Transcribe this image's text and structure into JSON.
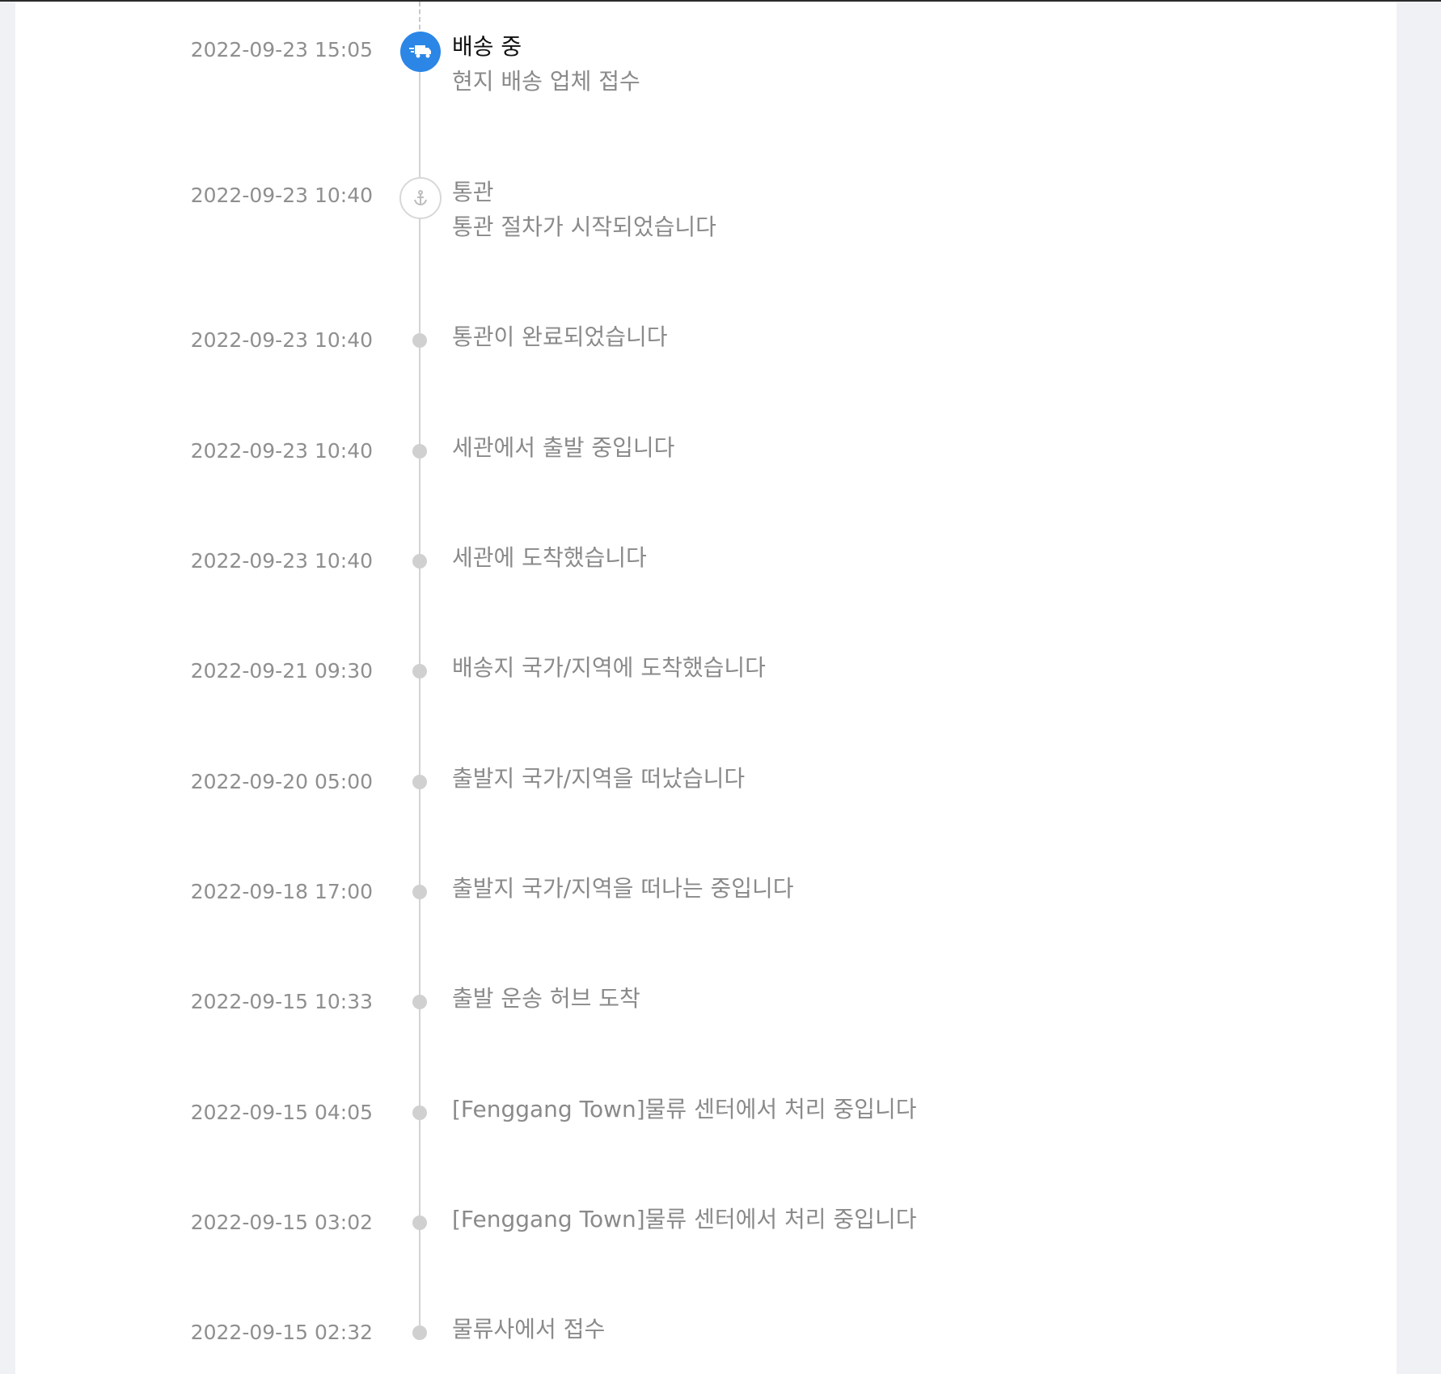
{
  "colors": {
    "accent": "#2b86e6",
    "time_text": "#8f8f8f",
    "muted_text": "#8a8a8a",
    "active_text": "#111111",
    "node_gray": "#d0d0d0",
    "background": "#f0f1f4"
  },
  "events": [
    {
      "time": "2022-09-23 15:05",
      "status": "배송 중",
      "detail": "현지 배송 업체 접수",
      "icon": "delivery-truck-icon",
      "state": "active"
    },
    {
      "time": "2022-09-23 10:40",
      "status": "통관",
      "detail": "통관 절차가 시작되었습니다",
      "icon": "anchor-icon",
      "state": "milestone"
    },
    {
      "time": "2022-09-23 10:40",
      "detail": "통관이 완료되었습니다",
      "icon": "dot-icon",
      "state": "past"
    },
    {
      "time": "2022-09-23 10:40",
      "detail": "세관에서 출발 중입니다",
      "icon": "dot-icon",
      "state": "past"
    },
    {
      "time": "2022-09-23 10:40",
      "detail": "세관에 도착했습니다",
      "icon": "dot-icon",
      "state": "past"
    },
    {
      "time": "2022-09-21 09:30",
      "detail": "배송지 국가/지역에 도착했습니다",
      "icon": "dot-icon",
      "state": "past"
    },
    {
      "time": "2022-09-20 05:00",
      "detail": "출발지 국가/지역을 떠났습니다",
      "icon": "dot-icon",
      "state": "past"
    },
    {
      "time": "2022-09-18 17:00",
      "detail": "출발지 국가/지역을 떠나는 중입니다",
      "icon": "dot-icon",
      "state": "past"
    },
    {
      "time": "2022-09-15 10:33",
      "detail": "출발 운송 허브 도착",
      "icon": "dot-icon",
      "state": "past"
    },
    {
      "time": "2022-09-15 04:05",
      "detail": "[Fenggang Town]물류 센터에서 처리 중입니다",
      "icon": "dot-icon",
      "state": "past"
    },
    {
      "time": "2022-09-15 03:02",
      "detail": "[Fenggang Town]물류 센터에서 처리 중입니다",
      "icon": "dot-icon",
      "state": "past"
    },
    {
      "time": "2022-09-15 02:32",
      "detail": "물류사에서 접수",
      "icon": "dot-icon",
      "state": "past"
    }
  ]
}
